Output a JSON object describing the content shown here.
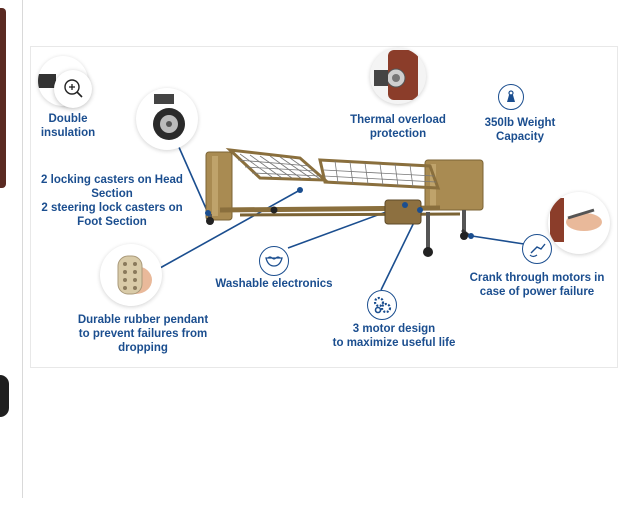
{
  "labels": {
    "double_insulation": "Double\ninsulation",
    "thermal": "Thermal overload\nprotection",
    "weight": "350lb Weight\nCapacity",
    "casters": "2 locking casters on Head\nSection\n2 steering lock casters on\nFoot Section",
    "washable": "Washable electronics",
    "crank": "Crank through motors in\ncase of power failure",
    "pendant": "Durable rubber pendant\nto prevent failures from\ndropping",
    "motor": "3 motor design\nto maximize useful life"
  },
  "icons": {
    "zoom": "zoom-in-icon",
    "weight": "weight-icon",
    "washable": "washbasin-icon",
    "motor": "gears-icon",
    "crank": "hand-crank-icon"
  },
  "colors": {
    "label_blue": "#1b4e8f",
    "bed_frame": "#a98b52"
  },
  "pendant_buttons": [
    "▲",
    "▲",
    "▼",
    "▼",
    "▲",
    "▼"
  ]
}
